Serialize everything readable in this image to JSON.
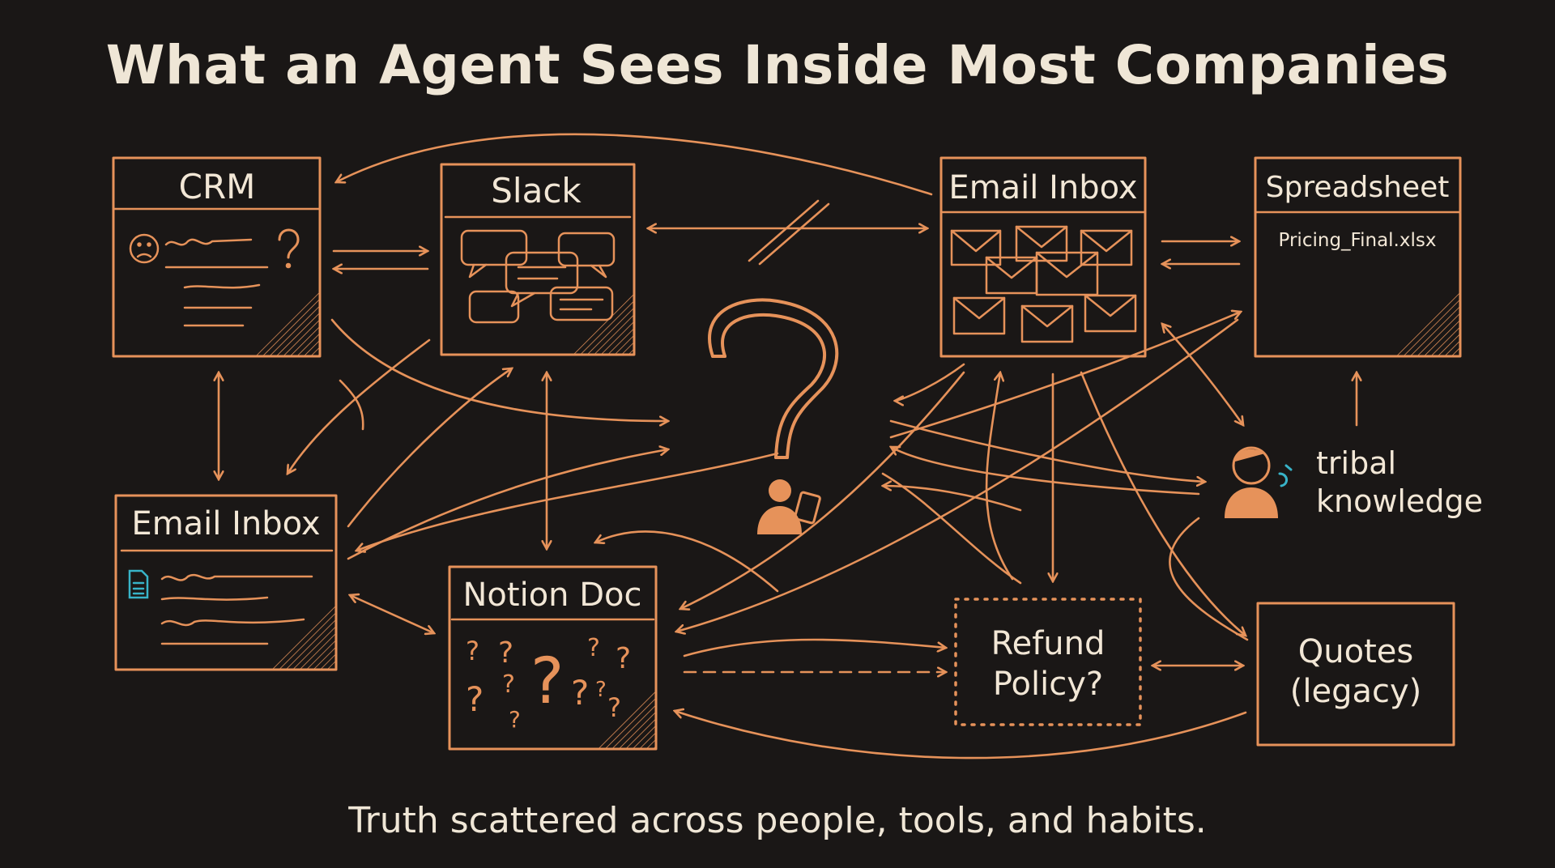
{
  "title": "What an Agent Sees Inside Most Companies",
  "caption": "Truth scattered across people, tools, and habits.",
  "colors": {
    "background": "#1a1716",
    "stroke": "#e6925a",
    "text": "#f2e7d6",
    "accent": "#38b3c8"
  },
  "nodes": {
    "crm": {
      "label": "CRM"
    },
    "slack": {
      "label": "Slack"
    },
    "email_top": {
      "label": "Email Inbox"
    },
    "spreadsheet": {
      "label": "Spreadsheet",
      "filename": "Pricing_Final.xlsx"
    },
    "email_left": {
      "label": "Email Inbox"
    },
    "notion": {
      "label": "Notion Doc"
    },
    "refund": {
      "line1": "Refund",
      "line2": "Policy?"
    },
    "quotes": {
      "line1": "Quotes",
      "line2": "(legacy)"
    },
    "tribal": {
      "line1": "tribal",
      "line2": "knowledge"
    }
  },
  "icons": [
    "confused-face-icon",
    "question-mark-icon",
    "chat-bubbles-icon",
    "envelope-icon",
    "document-icon",
    "person-icon",
    "agent-icon"
  ]
}
